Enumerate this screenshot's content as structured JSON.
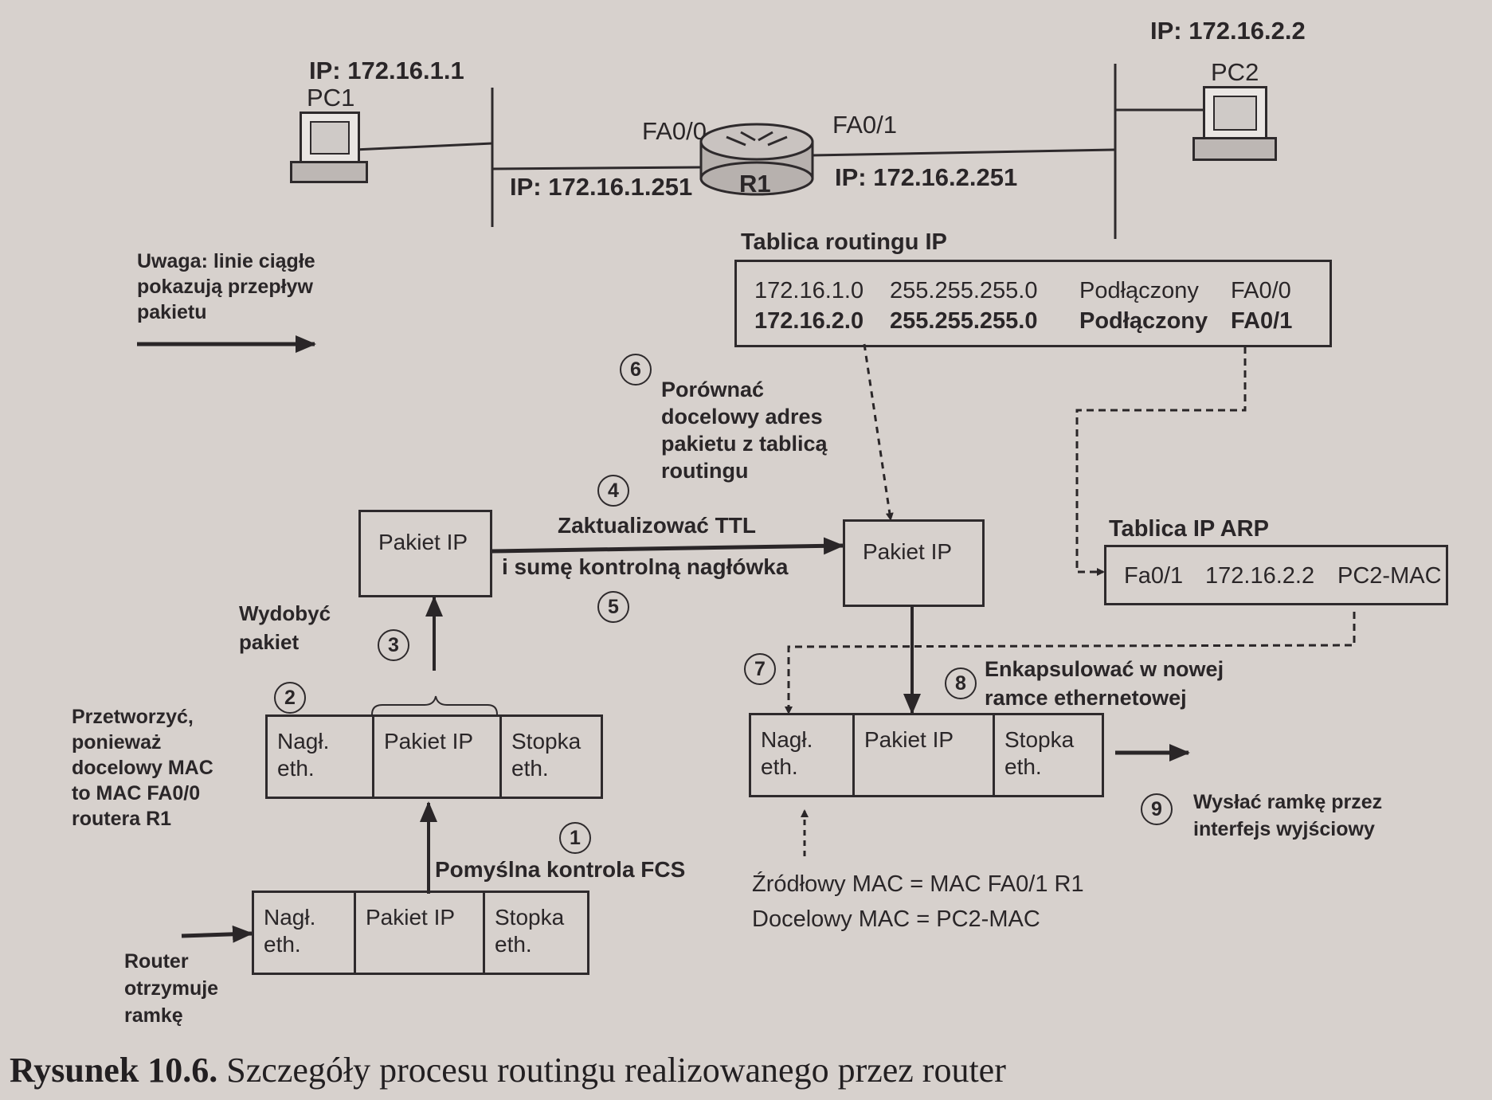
{
  "network": {
    "pc1": {
      "ip": "IP: 172.16.1.1",
      "name": "PC1"
    },
    "pc2": {
      "ip": "IP: 172.16.2.2",
      "name": "PC2"
    },
    "router": {
      "name": "R1",
      "if0": "FA0/0",
      "if1": "FA0/1",
      "ip0": "IP: 172.16.1.251",
      "ip1": "IP: 172.16.2.251"
    }
  },
  "note": {
    "line1": "Uwaga: linie ciągłe",
    "line2": "pokazują przepływ",
    "line3": "pakietu"
  },
  "routing_table": {
    "title": "Tablica routingu IP",
    "rows": [
      {
        "net": "172.16.1.0",
        "mask": "255.255.255.0",
        "type": "Podłączony",
        "iface": "FA0/0"
      },
      {
        "net": "172.16.2.0",
        "mask": "255.255.255.0",
        "type": "Podłączony",
        "iface": "FA0/1"
      }
    ]
  },
  "arp_table": {
    "title": "Tablica IP ARP",
    "iface": "Fa0/1",
    "ip": "172.16.2.2",
    "mac": "PC2-MAC"
  },
  "steps": {
    "n1": "1",
    "n2": "2",
    "n3": "3",
    "n4": "4",
    "n5": "5",
    "n6": "6",
    "n7": "7",
    "n8": "8",
    "n9": "9",
    "s1": "Pomyślna kontrola FCS",
    "s2": [
      "Przetworzyć,",
      "ponieważ",
      "docelowy MAC",
      "to MAC FA0/0",
      "routera R1"
    ],
    "s3": [
      "Wydobyć",
      "pakiet"
    ],
    "s4": "Zaktualizować TTL",
    "s5": "i sumę kontrolną nagłówka",
    "s6": [
      "Porównać",
      "docelowy adres",
      "pakietu z tablicą",
      "routingu"
    ],
    "s8": [
      "Enkapsulować w nowej",
      "ramce ethernetowej"
    ],
    "s9": [
      "Wysłać ramkę przez",
      "interfejs wyjściowy"
    ],
    "receive": [
      "Router",
      "otrzymuje",
      "ramkę"
    ]
  },
  "frames": {
    "header": [
      "Nagł.",
      "eth."
    ],
    "packet": "Pakiet IP",
    "trailer": [
      "Stopka",
      "eth."
    ]
  },
  "mac_info": {
    "src": "Źródłowy MAC = MAC FA0/1 R1",
    "dst": "Docelowy MAC = PC2-MAC"
  },
  "caption": {
    "label": "Rysunek 10.6.",
    "text": "Szczegóły procesu routingu realizowanego przez router"
  }
}
